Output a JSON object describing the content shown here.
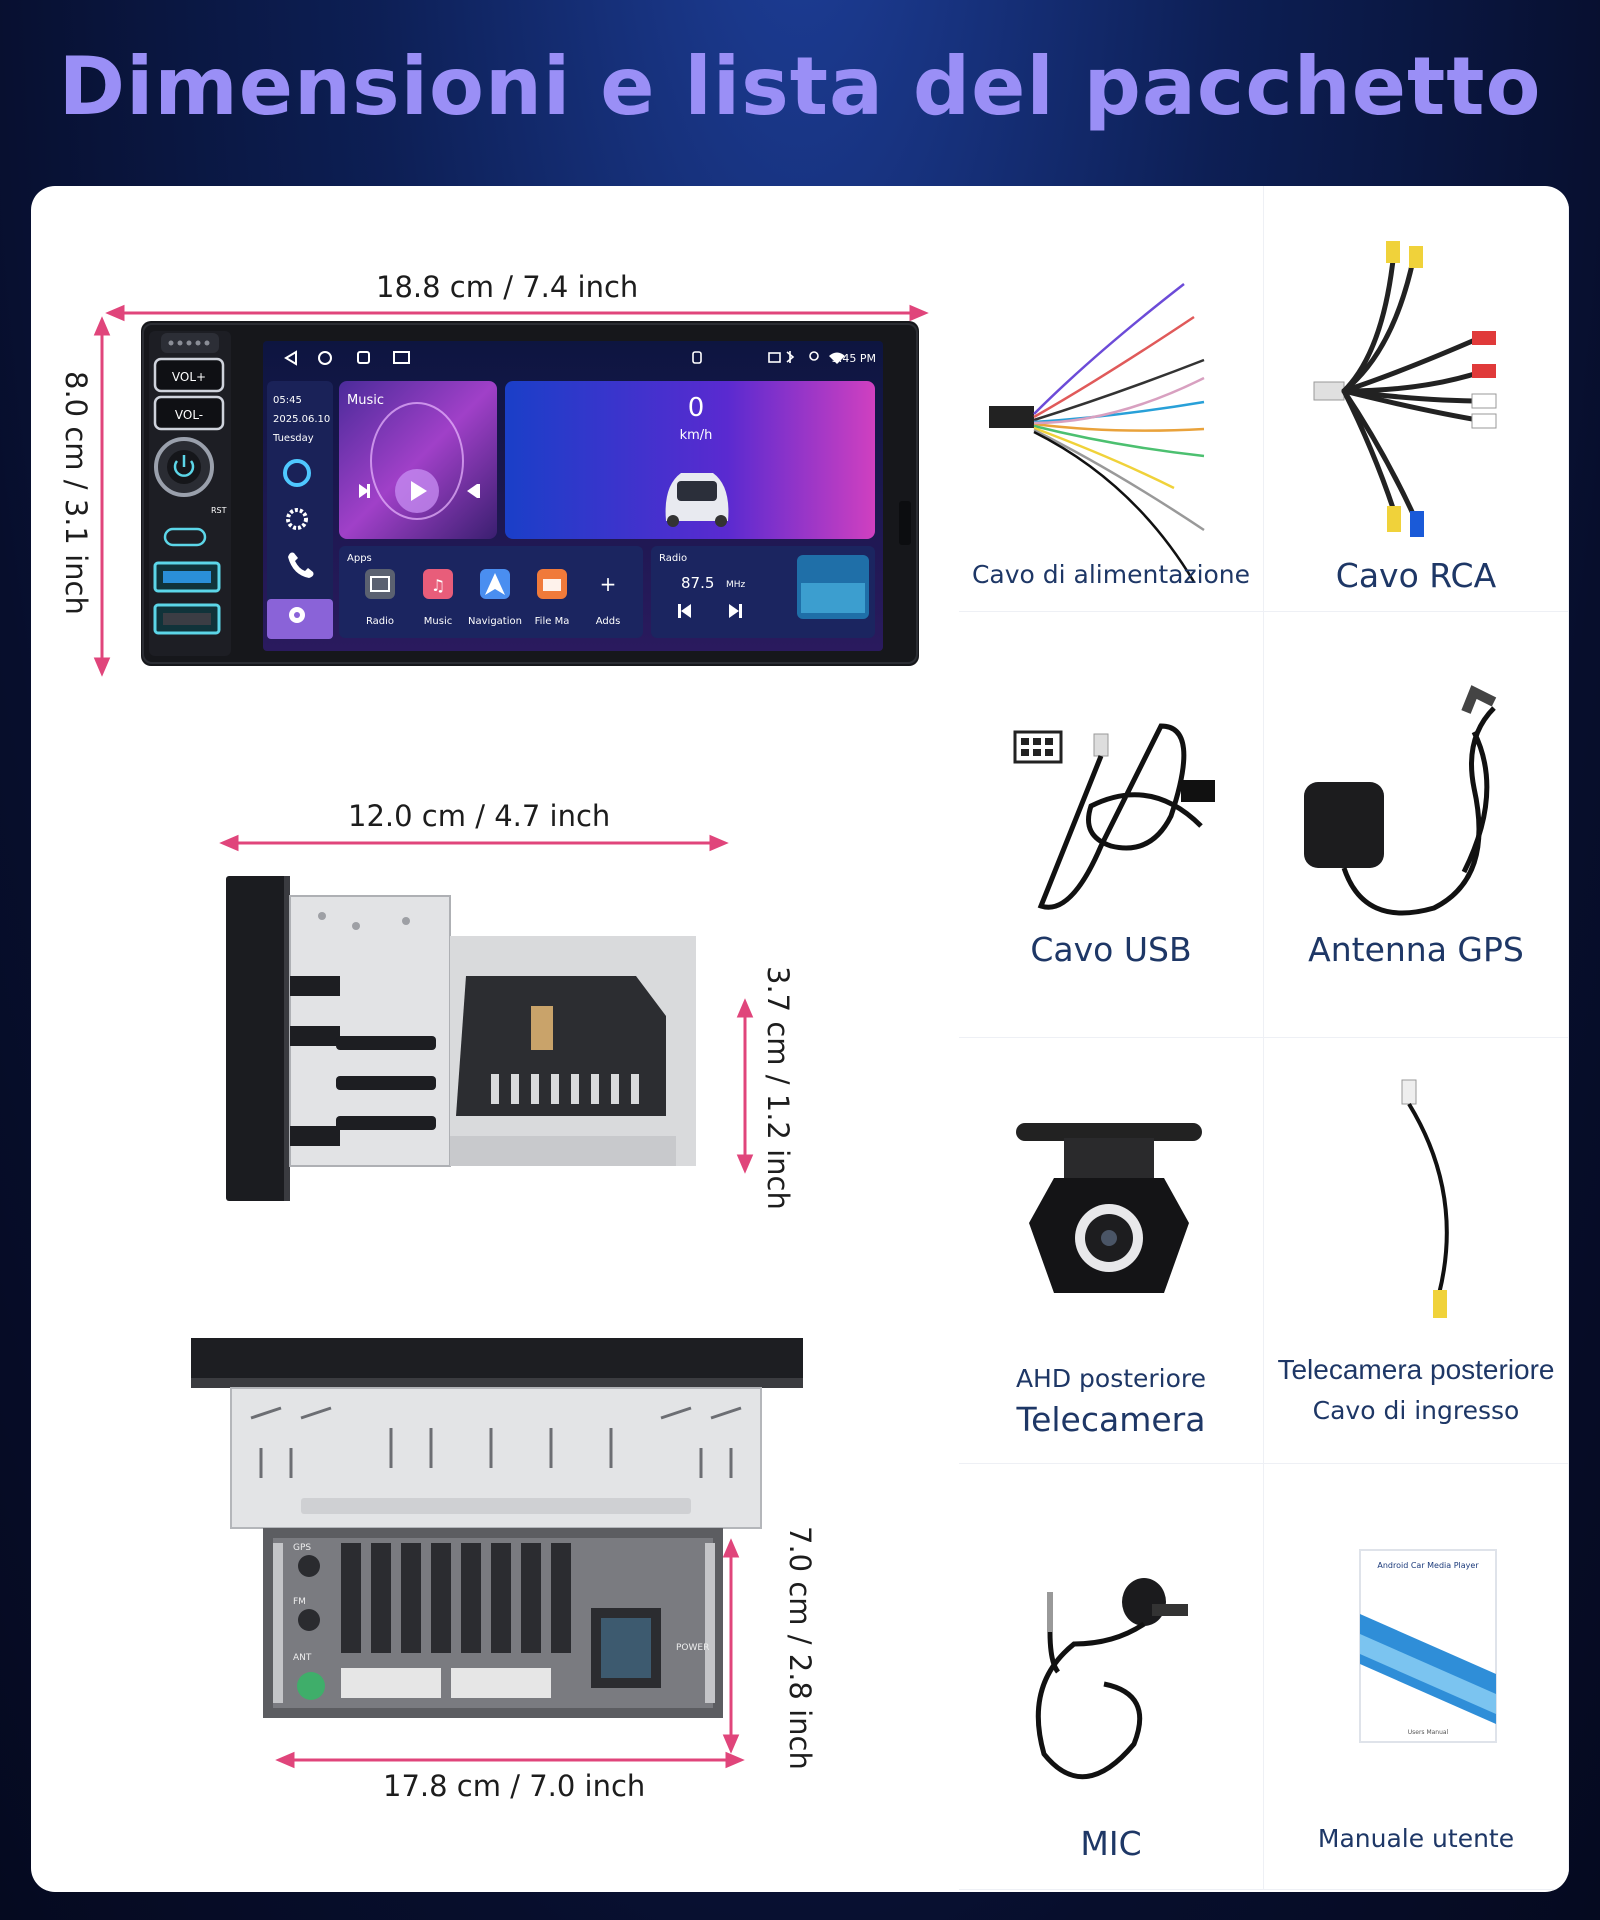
{
  "title": "Dimensioni e lista del pacchetto",
  "dimensions": {
    "front_width": "18.8 cm / 7.4 inch",
    "front_height": "8.0 cm / 3.1 inch",
    "side_depth": "12.0 cm / 4.7 inch",
    "side_height": "3.7 cm / 1.2 inch",
    "back_width": "17.8 cm / 7.0 inch",
    "back_height": "7.0 cm / 2.8 inch"
  },
  "screen": {
    "vol_up": "VOL+",
    "vol_down": "VOL-",
    "rst": "RST",
    "time": "05:45",
    "date": "2025.06.10",
    "day": "Tuesday",
    "status_time": "5:45 PM",
    "music_label": "Music",
    "speed_value": "0",
    "speed_unit": "km/h",
    "apps_label": "Apps",
    "apps": [
      "Radio",
      "Music",
      "Navigation",
      "File Ma",
      "Adds"
    ],
    "radio_label": "Radio",
    "radio_freq": "87.5",
    "radio_unit": "MHz"
  },
  "back_labels": {
    "gps": "GPS",
    "fm": "FM",
    "power": "POWER",
    "ant": "ANT"
  },
  "package": [
    {
      "line1": "Cavo di alimentazione",
      "line2": ""
    },
    {
      "line1": "Cavo RCA",
      "line2": ""
    },
    {
      "line1": "Cavo USB",
      "line2": ""
    },
    {
      "line1": "Antenna GPS",
      "line2": ""
    },
    {
      "line1": "AHD posteriore",
      "line2": "Telecamera"
    },
    {
      "line1": "Telecamera posteriore",
      "line2": "Cavo di ingresso"
    },
    {
      "line1": "MIC",
      "line2": ""
    },
    {
      "line1": "Manuale utente",
      "line2": ""
    }
  ],
  "manual_cover": {
    "title": "Android Car Media Player",
    "footer": "Users Manual"
  },
  "colors": {
    "accent_title": "#9a8ff6",
    "label_blue": "#1e3766",
    "dimension_line": "#e0457b",
    "background_dark": "#0a1640"
  }
}
